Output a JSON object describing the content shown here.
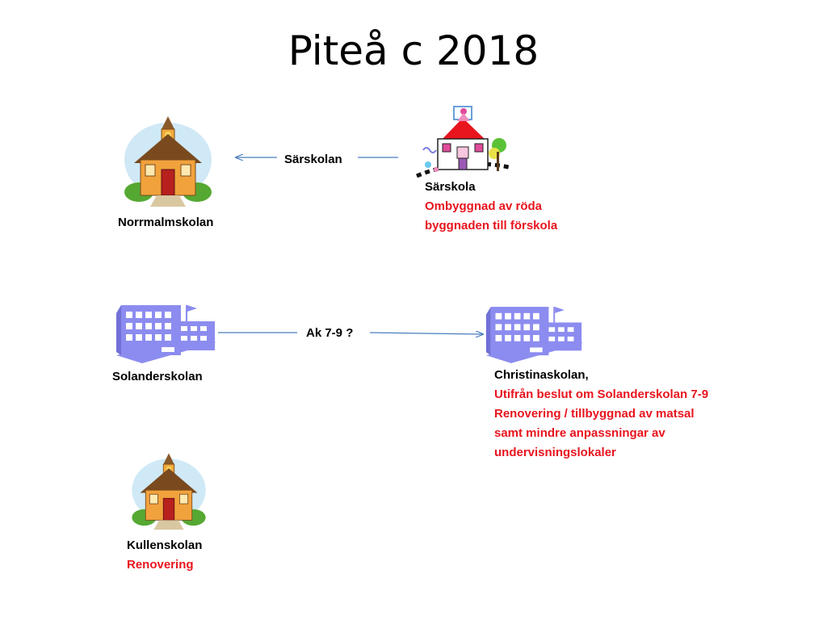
{
  "slide": {
    "title": "Piteå c 2018"
  },
  "schools": {
    "norrmalm": {
      "name": "Norrmalmskolan"
    },
    "sarskola": {
      "name": "Särskola",
      "note_line1": "Ombyggnad av röda",
      "note_line2": "byggnaden till förskola"
    },
    "solander": {
      "name": "Solanderskolan"
    },
    "christina": {
      "name": "Christinaskolan,",
      "note_line1": "Utifrån beslut om Solanderskolan 7-9",
      "note_line2": "Renovering / tillbyggnad av matsal",
      "note_line3": "samt mindre anpassningar av",
      "note_line4": "undervisningslokaler"
    },
    "kullen": {
      "name": "Kullenskolan",
      "note": "Renovering"
    }
  },
  "arrows": {
    "sarskolan_move": {
      "label": "Särskolan"
    },
    "ak79_move": {
      "label": "Ak 7-9 ?"
    }
  },
  "colors": {
    "note_red": "#e8141e",
    "arrow_blue": "#4a7ebb",
    "building_blue": "#8c8cf0"
  },
  "icons": {
    "norrmalm": "school-house-icon",
    "sarskola": "colorful-school-icon",
    "solander": "office-building-icon",
    "christina": "office-building-icon",
    "kullen": "school-house-icon"
  }
}
